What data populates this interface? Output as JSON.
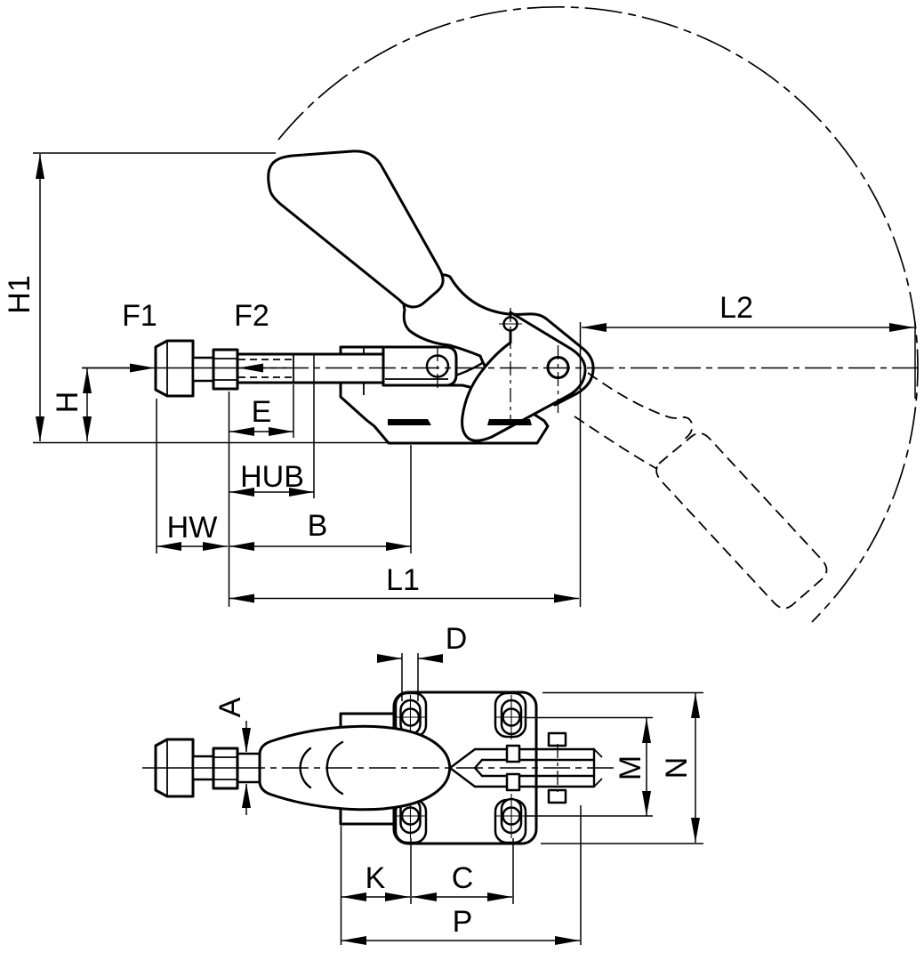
{
  "drawing": {
    "type": "technical-drawing",
    "subject": "push-pull toggle clamp, two orthographic views with dimension letters",
    "colors": {
      "line": "#000000",
      "background": "#ffffff"
    },
    "views": {
      "side": {
        "labels": {
          "H1": "H1",
          "H": "H",
          "F1": "F1",
          "F2": "F2",
          "E": "E",
          "HUB": "HUB",
          "HW": "HW",
          "B": "B",
          "L1": "L1",
          "L2": "L2"
        }
      },
      "top": {
        "labels": {
          "D": "D",
          "A": "A",
          "M": "M",
          "N": "N",
          "K": "K",
          "C": "C",
          "P": "P"
        }
      }
    }
  }
}
